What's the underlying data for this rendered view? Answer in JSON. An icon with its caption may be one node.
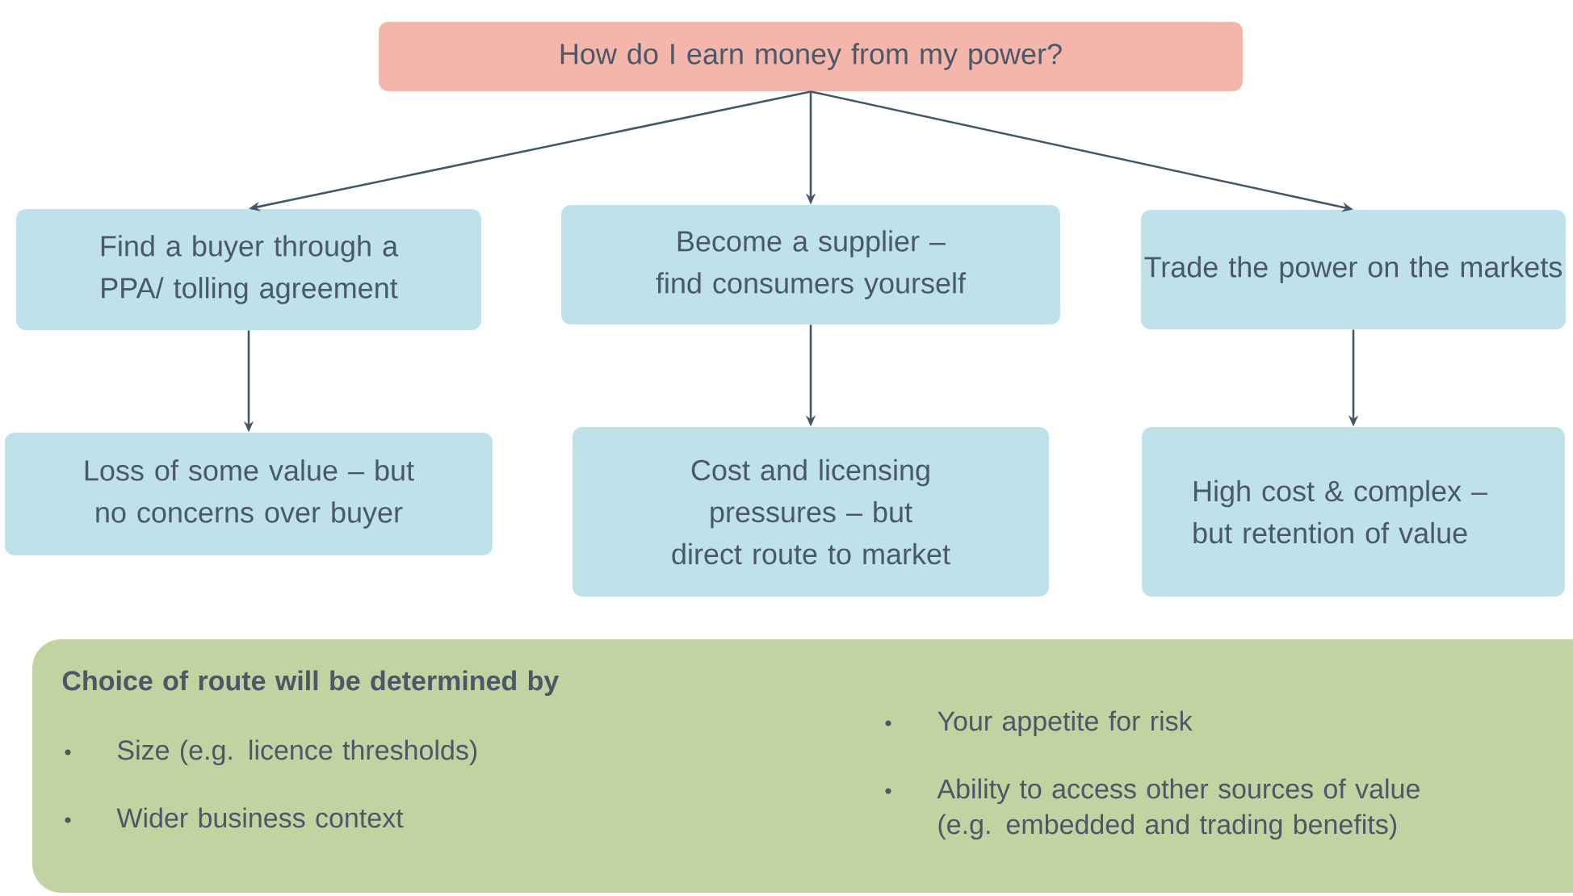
{
  "diagram": {
    "nodes": [
      {
        "text": [
          "How do I earn money from my power?"
        ]
      },
      {
        "text": [
          "Find a buyer through a PPA/ tolling agreement"
        ]
      },
      {
        "text": [
          "Become a supplier – find consumers yourself"
        ]
      },
      {
        "text": [
          "Trade the power on the markets"
        ]
      },
      {
        "text": [
          "Loss of some value – but no concerns over buyer"
        ]
      },
      {
        "text": [
          "Cost and licensing pressures – but direct route to market"
        ]
      },
      {
        "text": [
          "High cost & complex – but retention of value"
        ]
      },
      {
        "text": [
          "Choice of route will be determined by",
          "Size (e.g. licence thresholds)",
          "Wider business context",
          "Your appetite for risk",
          "Ability to access other sources of value (e.g. embedded and trading benefits)"
        ]
      }
    ],
    "edges": [
      {
        "from": 0,
        "to": 1,
        "arrow": "to"
      },
      {
        "from": 0,
        "to": 2,
        "arrow": "to"
      },
      {
        "from": 0,
        "to": 3,
        "arrow": "to"
      },
      {
        "from": 1,
        "to": 4,
        "arrow": "to"
      },
      {
        "from": 2,
        "to": 5,
        "arrow": "to"
      },
      {
        "from": 3,
        "to": 6,
        "arrow": "to"
      }
    ]
  }
}
